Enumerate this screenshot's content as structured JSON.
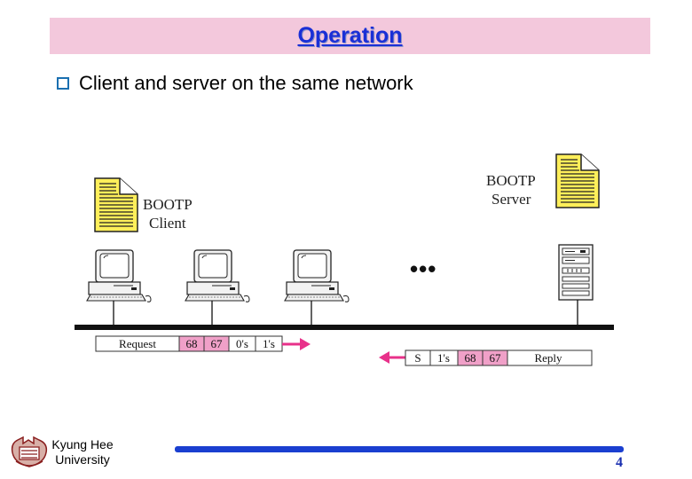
{
  "header": {
    "title": "Operation"
  },
  "bullet": {
    "text": "Client and server on the same network"
  },
  "client": {
    "label_line1": "BOOTP",
    "label_line2": "Client"
  },
  "server": {
    "label_line1": "BOOTP",
    "label_line2": "Server"
  },
  "ellipsis": "•••",
  "request_frame": {
    "label": "Request",
    "fields": [
      "68",
      "67",
      "0's",
      "1's"
    ]
  },
  "reply_frame": {
    "fields": [
      "S",
      "1's",
      "68",
      "67"
    ],
    "label": "Reply"
  },
  "footer": {
    "university_line1": "Kyung Hee",
    "university_line2": "University",
    "page_number": "4"
  },
  "colors": {
    "title_bg": "#f3c8dc",
    "title_text": "#1a2fd6",
    "port_field": "#f0a0c8",
    "arrow": "#e8318a",
    "footer_bar": "#1a3fd0",
    "document": "#ffef5a"
  },
  "icons": [
    "document-icon",
    "computer-icon",
    "server-tower-icon",
    "university-logo-icon"
  ]
}
